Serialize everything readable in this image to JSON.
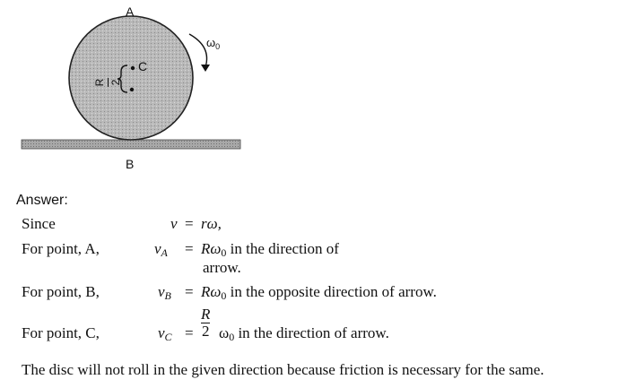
{
  "figure": {
    "label_top": "A",
    "label_bottom": "B",
    "label_center_point": "C",
    "radius_label_num": "R",
    "radius_label_den": "2",
    "angular_velocity": "ω",
    "angular_velocity_sub": "0"
  },
  "answer": {
    "heading": "Answer:",
    "rows": [
      {
        "label": "Since",
        "lhs": "v",
        "lhs_sub": "",
        "eq": "=",
        "rhs": "rω,",
        "rhs_sub": "",
        "rhs_rest": ""
      },
      {
        "label": "For point, A,",
        "lhs": "v",
        "lhs_sub": "A",
        "eq": "=",
        "rhs": "Rω",
        "rhs_sub": "0",
        "rhs_rest": " in the direction of",
        "rhs_line2": "arrow."
      },
      {
        "label": "For point, B,",
        "lhs": "v",
        "lhs_sub": "B",
        "eq": "=",
        "rhs": "Rω",
        "rhs_sub": "0",
        "rhs_rest": " in the opposite direction of arrow."
      },
      {
        "label": "For point, C,",
        "lhs": "v",
        "lhs_sub": "C",
        "eq": "=",
        "frac_num": "R",
        "frac_den": "2",
        "rhs": "ω",
        "rhs_sub": "0",
        "rhs_rest": " in the direction of arrow."
      }
    ],
    "conclusion": "The disc will not roll in the given direction because friction is necessary for the same."
  }
}
